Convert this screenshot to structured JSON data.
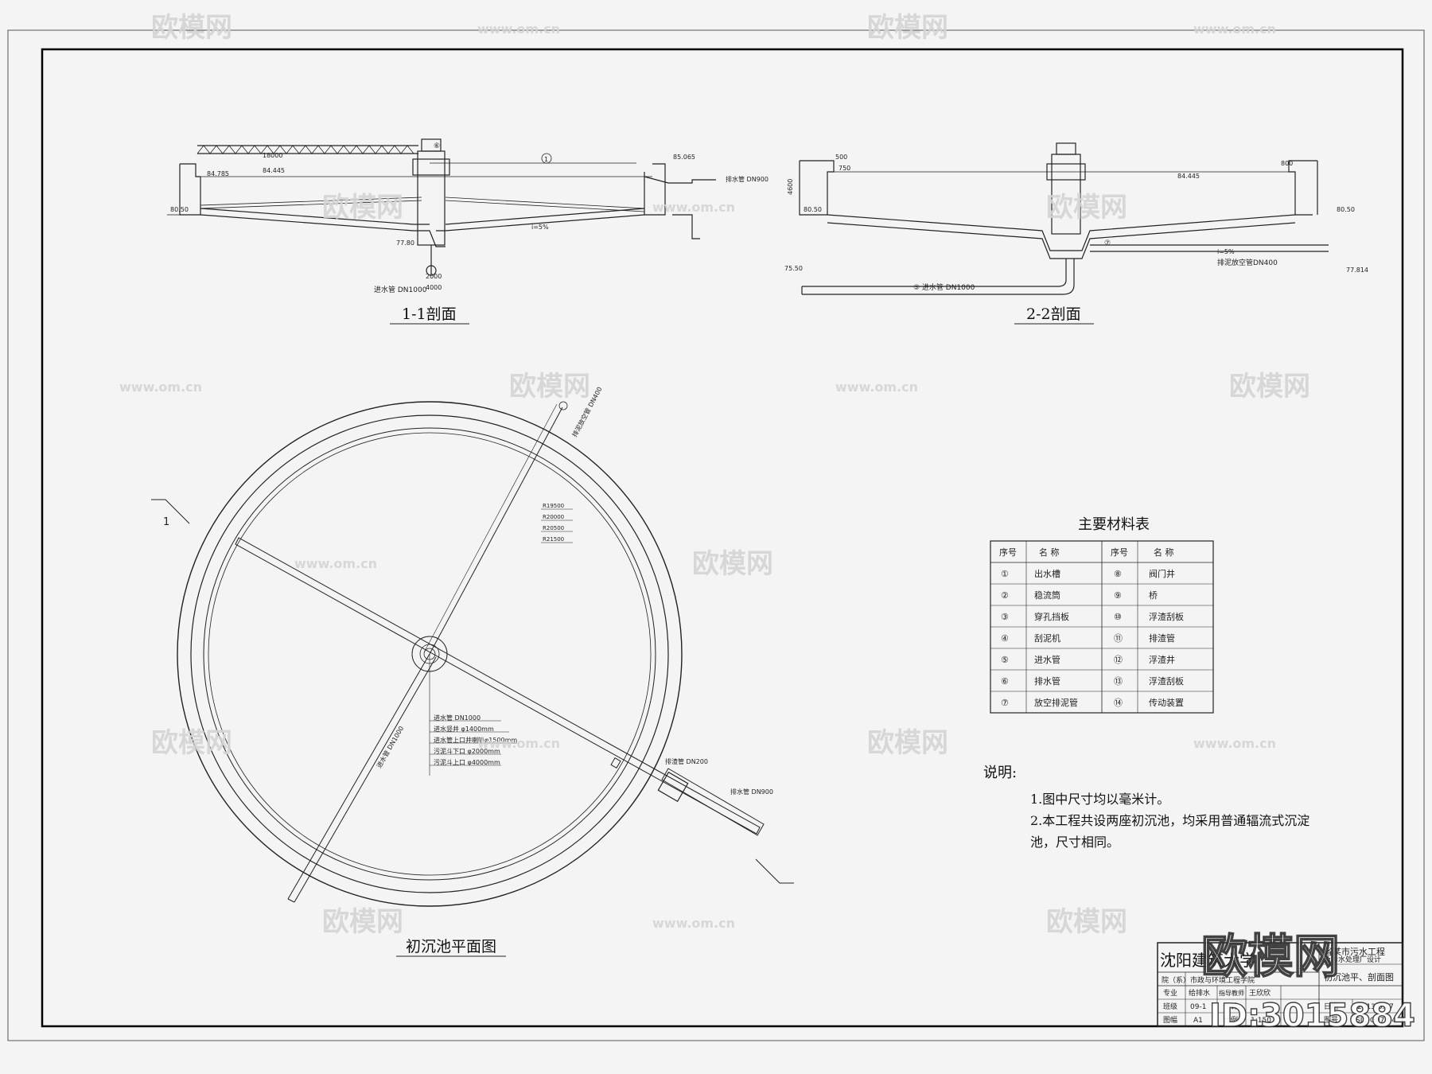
{
  "section_1": {
    "title": "1-1剖面",
    "inlet_pipe": "进水管 DN1000",
    "drain_pipe": "排水管 DN900",
    "dim_a": "2000",
    "dim_b": "4000",
    "slope": "i=5%",
    "elev_top": "85.065",
    "elev_water": "84.445",
    "elev_left": "84.785",
    "elev_ground": "80.50",
    "elev_bottom": "77.80",
    "elev_width": "18000",
    "circle_no": "1",
    "circle_mark": "⑥"
  },
  "section_2": {
    "title": "2-2剖面",
    "inlet_pipe": "⑤ 进水管 DN1000",
    "sludge_pipe": "排泥放空管DN400",
    "elev_water": "84.445",
    "elev_ground": "80.50",
    "elev_right": "80.50",
    "elev_pipe": "75.50",
    "elev_outlet": "77.814",
    "dim_500": "500",
    "dim_750": "750",
    "dim_800": "800",
    "dim_4600": "4600",
    "slope": "i=5%",
    "circle_mark": "⑦"
  },
  "plan": {
    "title": "初沉池平面图",
    "section_mark": "1",
    "leader_lines": [
      "进水管 DN1000",
      "进水竖井 φ1400mm",
      "进水管上口井喇叭φ1500mm",
      "污泥斗下口 φ2000mm",
      "污泥斗上口 φ4000mm"
    ],
    "scum_pipe": "排渣管 DN200",
    "drain_pipe": "排水管 DN900",
    "sludge_pipe": "排泥放空管 DN400",
    "inlet_label": "进水管 DN1000",
    "radii": [
      "R19500",
      "R20000",
      "R20500",
      "R21500"
    ]
  },
  "materials": {
    "title": "主要材料表",
    "headers": [
      "序号",
      "名  称",
      "序号",
      "名  称"
    ],
    "rows": [
      [
        "①",
        "出水槽",
        "⑧",
        "阀门井"
      ],
      [
        "②",
        "稳流筒",
        "⑨",
        "桥"
      ],
      [
        "③",
        "穿孔挡板",
        "⑩",
        "浮渣刮板"
      ],
      [
        "④",
        "刮泥机",
        "⑪",
        "排渣管"
      ],
      [
        "⑤",
        "进水管",
        "⑫",
        "浮渣井"
      ],
      [
        "⑥",
        "排水管",
        "⑬",
        "浮渣刮板"
      ],
      [
        "⑦",
        "放空排泥管",
        "⑭",
        "传动装置"
      ]
    ]
  },
  "notes": {
    "heading": "说明:",
    "line1": "1.图中尺寸均以毫米计。",
    "line2": "2.本工程共设两座初沉池，均采用普通辐流式沉淀",
    "line3": "池，尺寸相同。"
  },
  "titleblock": {
    "school": "沈阳建筑大学",
    "project_1": "省某市污水工程",
    "project_2": "及污水处理厂设计",
    "drawing_name": "初沉池平、剖面图",
    "row_dept_label": "院（系）",
    "row_dept_value": "市政与环境工程学院",
    "row_major_label": "专业",
    "row_major_value": "给排水",
    "row_advisor_label": "指导教师",
    "row_advisor_value": "王欣欣",
    "row_class_label": "班级",
    "row_class_value": "09-1",
    "row_design_label": "设计",
    "row_date_label": "日期",
    "row_date_value": "2013.6.17",
    "row_sheet_label": "图幅",
    "row_sheet_value": "A1",
    "row_scale_label": "比例",
    "row_scale_value": "1:150",
    "row_no_label": "图号",
    "row_no_value": "SJZ-G07-04"
  },
  "watermark": {
    "brand": "欧模网",
    "site": "www.om.cn",
    "id": "ID:3015884"
  }
}
